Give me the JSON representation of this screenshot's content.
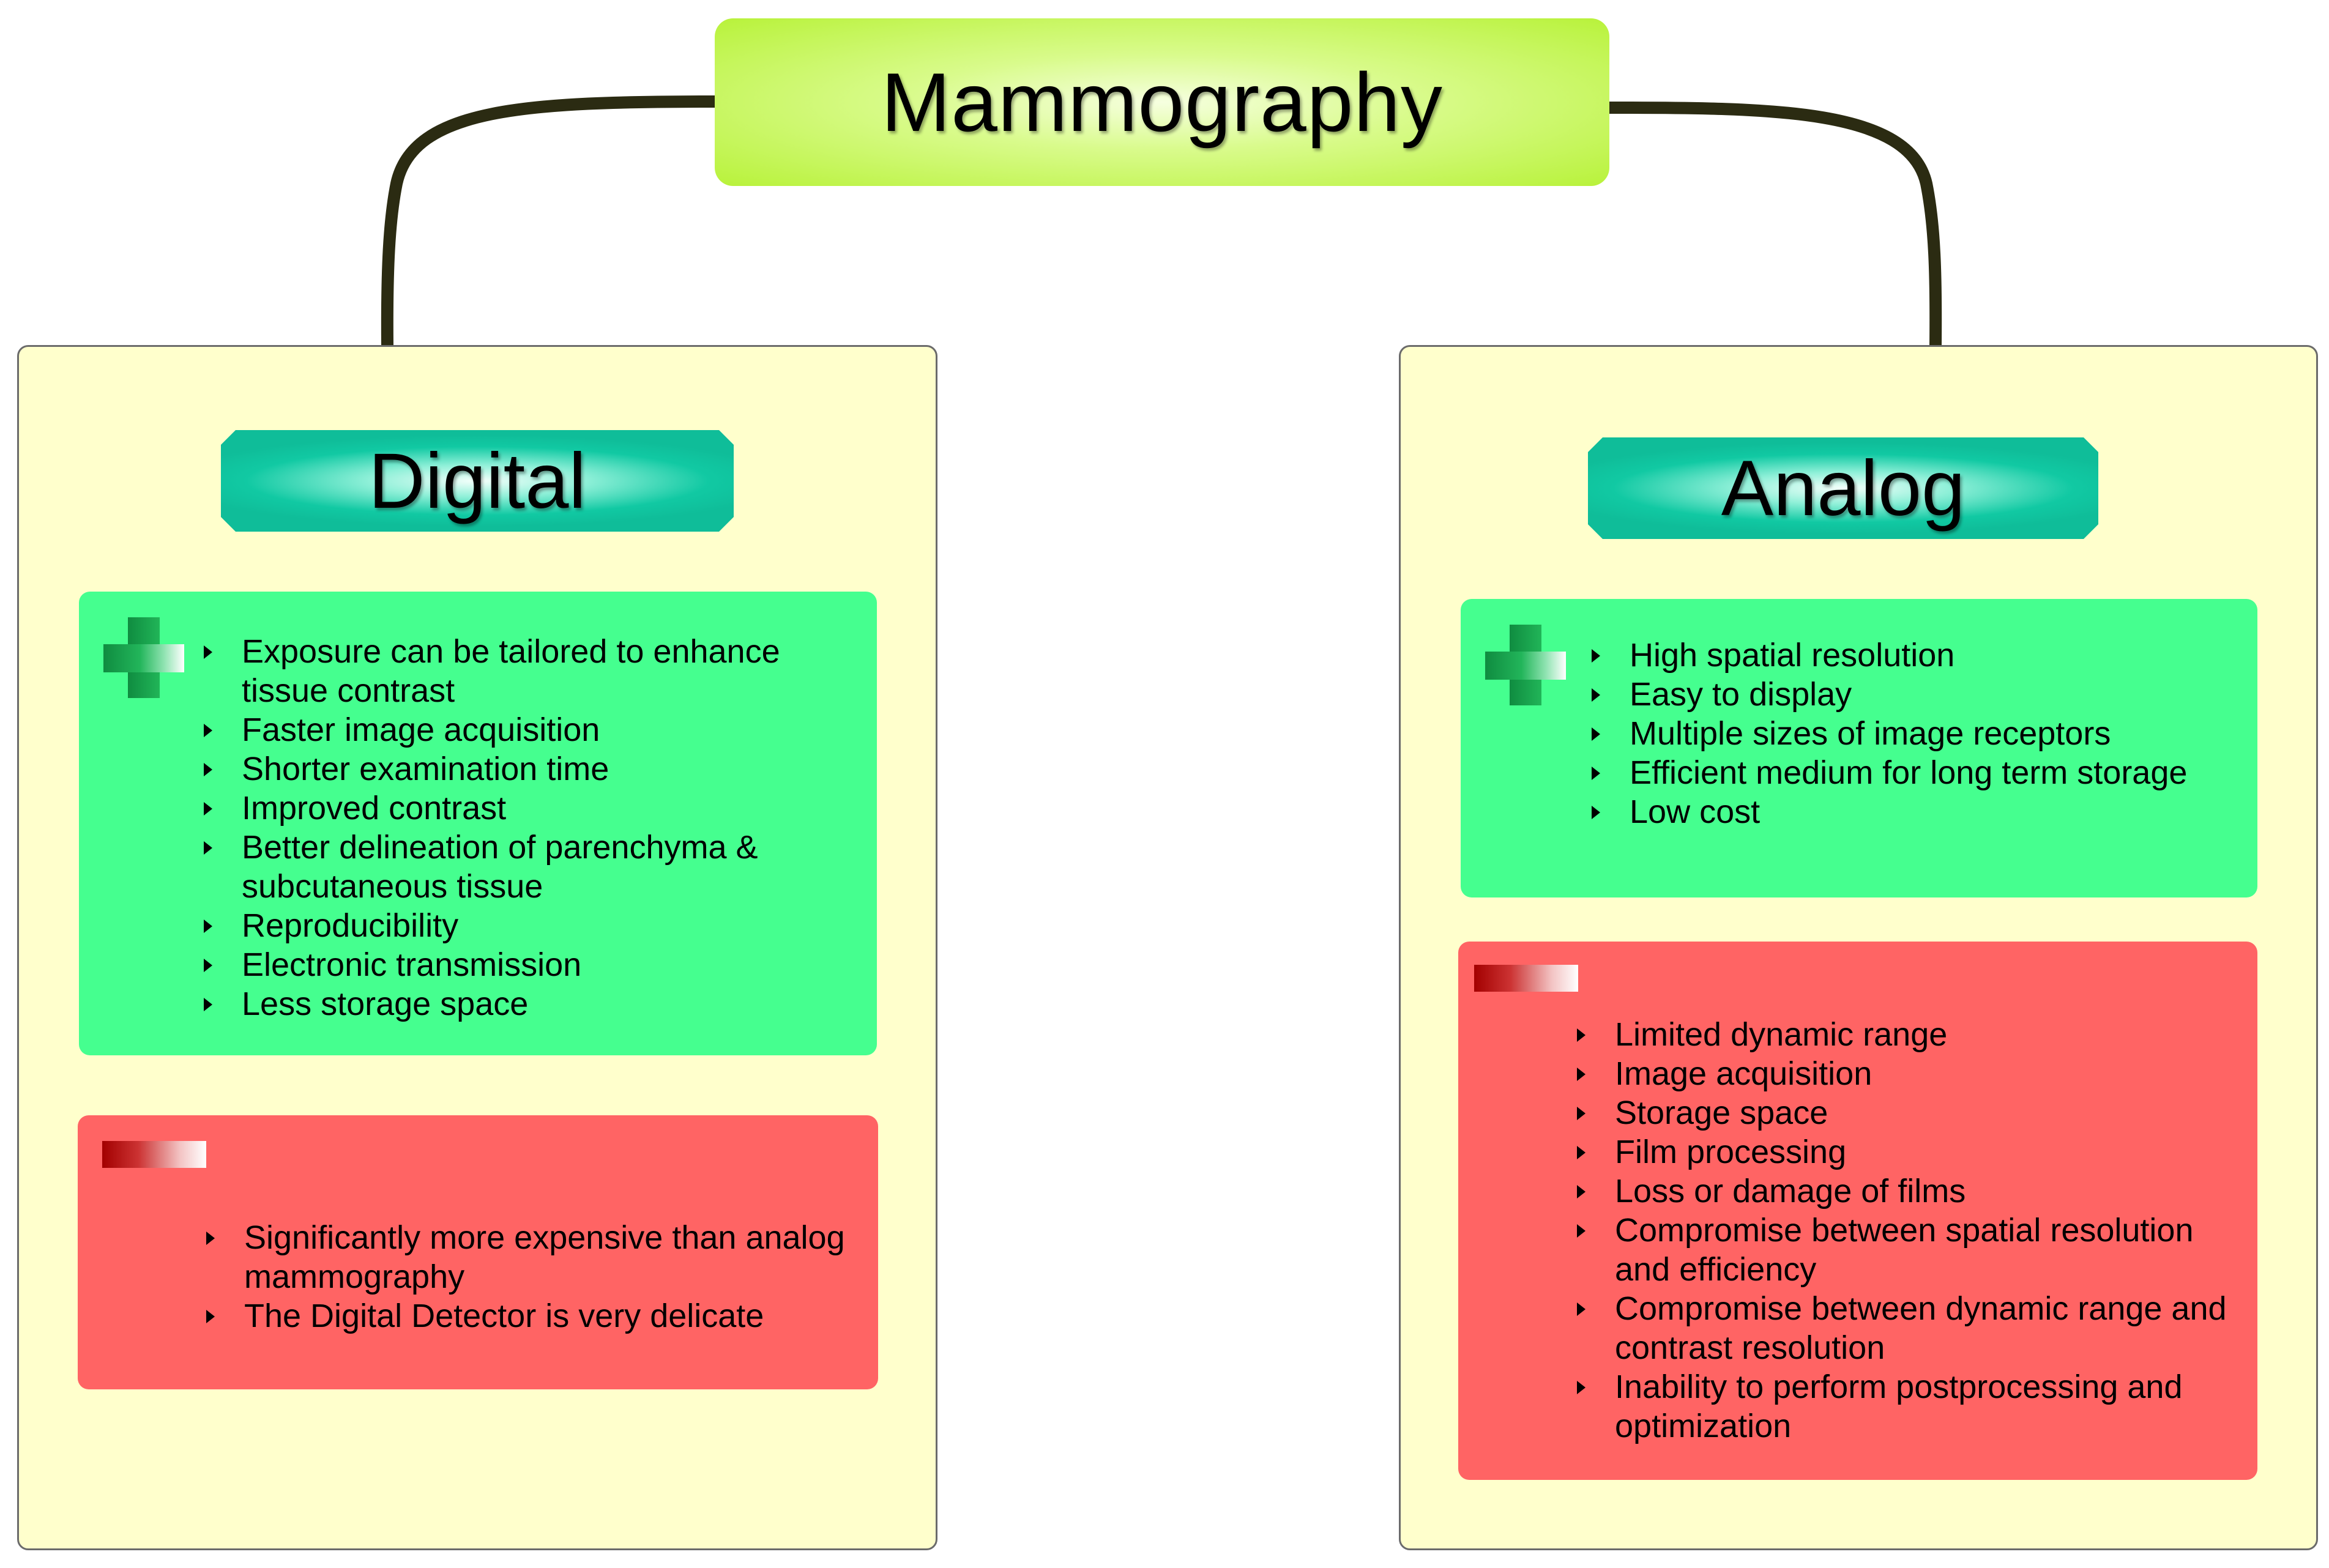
{
  "root": {
    "title": "Mammography"
  },
  "digital": {
    "label": "Digital",
    "pros": [
      "Exposure can be tailored to enhance tissue contrast",
      "Faster image acquisition",
      "Shorter examination time",
      "Improved contrast",
      "Better delineation of parenchyma & subcutaneous tissue",
      "Reproducibility",
      "Electronic transmission",
      "Less storage space"
    ],
    "cons": [
      "Significantly more expensive than analog mammography",
      "The Digital Detector is very delicate"
    ]
  },
  "analog": {
    "label": "Analog",
    "pros": [
      "High spatial resolution",
      "Easy to display",
      "Multiple sizes of image receptors",
      "Efficient medium for long term storage",
      "Low cost"
    ],
    "cons": [
      "Limited dynamic range",
      "Image acquisition",
      "Storage space",
      "Film processing",
      "Loss or damage of films",
      "Compromise between spatial resolution and efficiency",
      "Compromise between dynamic range and contrast resolution",
      "Inability to perform postprocessing and optimization"
    ]
  },
  "icons": {
    "pros": "plus-icon",
    "cons": "minus-icon"
  },
  "colors": {
    "root": "#b8f23a",
    "panel": "#ffffcc",
    "label": "#11c9a3",
    "pros": "#45ff8f",
    "cons": "#ff6464",
    "connector": "#2b2b12"
  }
}
